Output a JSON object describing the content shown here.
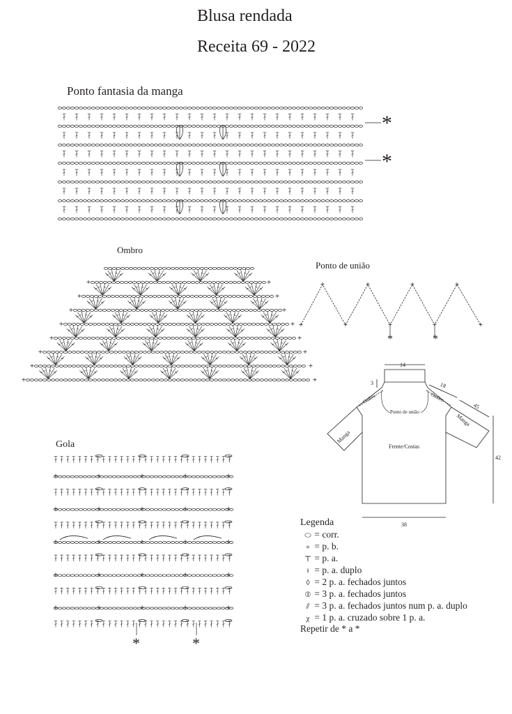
{
  "header": {
    "title": "Blusa rendada",
    "subtitle": "Receita  69 - 2022"
  },
  "sections": {
    "sleeve_stitch": "Ponto fantasia da manga",
    "shoulder": "Ombro",
    "join_stitch": "Ponto de união",
    "collar": "Gola"
  },
  "schematic": {
    "dim_top": "14",
    "dim_neck": "3",
    "dim_shoulder": "18",
    "dim_sleeve": "45",
    "dim_height": "42",
    "dim_width": "38",
    "label_shoulder_left": "Ombro",
    "label_shoulder_right": "Ombro",
    "label_join": "Ponto de união",
    "label_sleeve_left": "Manga",
    "label_sleeve_right": "Manga",
    "label_body": "Frente/Costas"
  },
  "repeat_marker": "*",
  "legend": {
    "title": "Legenda",
    "items": [
      {
        "symbol": "chain-oval-icon",
        "text": "= corr."
      },
      {
        "symbol": "plus-icon",
        "text": "= p. b."
      },
      {
        "symbol": "t-stitch-icon",
        "text": "= p. a."
      },
      {
        "symbol": "double-t-stitch-icon",
        "text": "= p. a. duplo"
      },
      {
        "symbol": "two-joined-icon",
        "text": "= 2 p. a. fechados juntos"
      },
      {
        "symbol": "three-joined-icon",
        "text": "= 3 p. a. fechados juntos"
      },
      {
        "symbol": "three-joined-double-icon",
        "text": "= 3 p. a. fechados juntos num p. a. duplo"
      },
      {
        "symbol": "crossed-icon",
        "text": "= 1 p. a. cruzado sobre 1 p. a."
      }
    ],
    "repeat_note": "Repetir de * a *"
  }
}
